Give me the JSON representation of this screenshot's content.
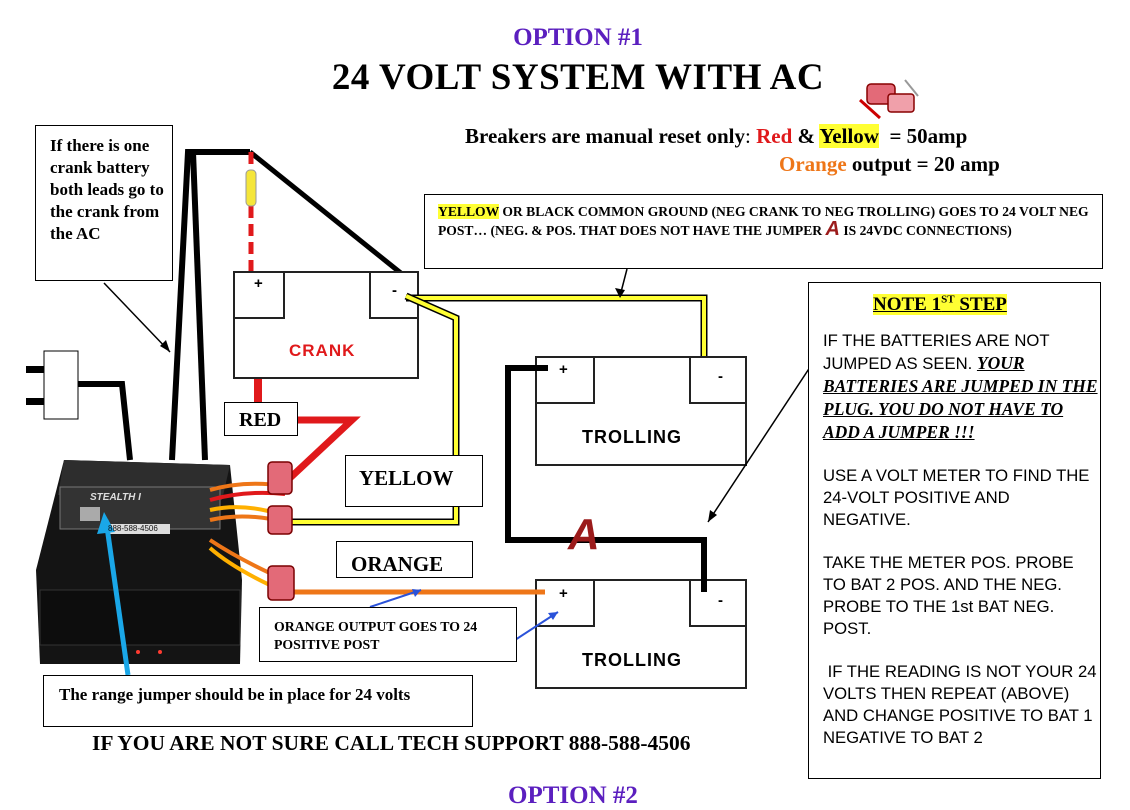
{
  "header": {
    "option_top": "OPTION #1",
    "title": "24 VOLT SYSTEM WITH AC",
    "option_bottom": "OPTION #2"
  },
  "breakers": {
    "prefix": "Breakers are manual reset only",
    "sep": ": ",
    "red": "Red",
    "amp": " & ",
    "yellow": "Yellow",
    "rating1": "  = 50amp",
    "orange": "Orange",
    "rating2": " output = 20 amp"
  },
  "notes": {
    "crank_note": "If there is one crank battery both leads go to the crank from the AC",
    "ground_hl": "YELLOW",
    "ground_text": " OR BLACK COMMON GROUND (NEG CRANK TO NEG TROLLING) GOES TO 24 VOLT NEG POST… (NEG. & POS. THAT DOES NOT HAVE THE JUMPER ",
    "ground_jumper": "A",
    "ground_tail": " IS 24VDC CONNECTIONS)",
    "orange_output": "ORANGE OUTPUT GOES TO 24 POSITIVE POST",
    "range_jumper": "The range jumper should be in place for 24 volts",
    "support": "IF YOU ARE NOT SURE CALL TECH SUPPORT 888-588-4506"
  },
  "side_note": {
    "heading_pre": "NOTE 1",
    "heading_sup": "ST",
    "heading_post": " STEP",
    "p1_start": "IF THE BATTERIES ARE  NOT JUMPED AS SEEN. ",
    "p1_emph": "YOUR BATTERIES ARE JUMPED IN THE PLUG. YOU DO NOT HAVE TO ADD A JUMPER !!!",
    "p2": "USE A VOLT METER TO FIND THE 24-VOLT POSITIVE AND NEGATIVE.",
    "p3": "TAKE THE METER  POS. PROBE  TO BAT 2 POS. AND THE NEG. PROBE TO THE  1st BAT NEG. POST.",
    "p4": " IF THE READING IS NOT YOUR 24 VOLTS THEN REPEAT (ABOVE) AND CHANGE POSITIVE TO BAT 1 NEGATIVE TO BAT 2"
  },
  "wire_labels": {
    "red": "RED",
    "yellow": "YELLOW",
    "orange": "ORANGE"
  },
  "batteries": {
    "crank": "CRANK",
    "trolling_top": "TROLLING",
    "trolling_bottom": "TROLLING",
    "plus": "+",
    "minus": "-"
  },
  "jumper_label": "A",
  "device": {
    "brand": "STEALTH I",
    "phone": "888-588-4506"
  },
  "colors": {
    "option": "#5b1fbf",
    "red_wire": "#e0191b",
    "yellow_wire": "#ffff33",
    "orange_wire": "#ee7618",
    "jumper": "#9b1b1b",
    "pointer_blue": "#1aa7e8"
  }
}
